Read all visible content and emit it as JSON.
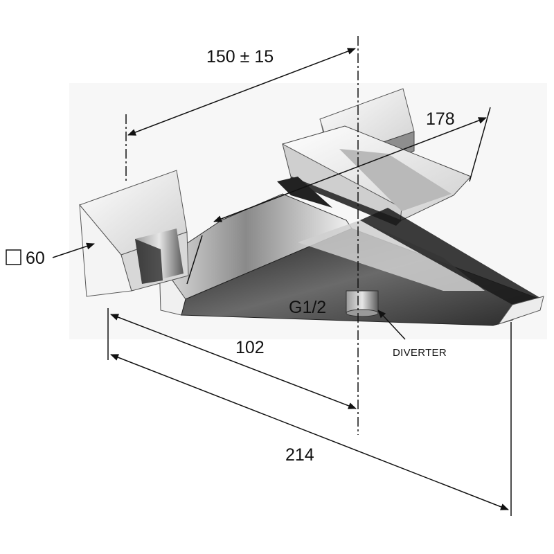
{
  "diagram": {
    "dimensions": {
      "wall_centres": "150 ± 15",
      "projection_long": "178",
      "square_size": "60",
      "projection_short": "102",
      "total_length": "214"
    },
    "labels": {
      "thread": "G1/2",
      "diverter": "DIVERTER"
    },
    "colors": {
      "line": "#111111",
      "chrome_light": "#f4f4f4",
      "chrome_mid": "#bdbdbd",
      "chrome_dark": "#2a2a2a"
    }
  }
}
